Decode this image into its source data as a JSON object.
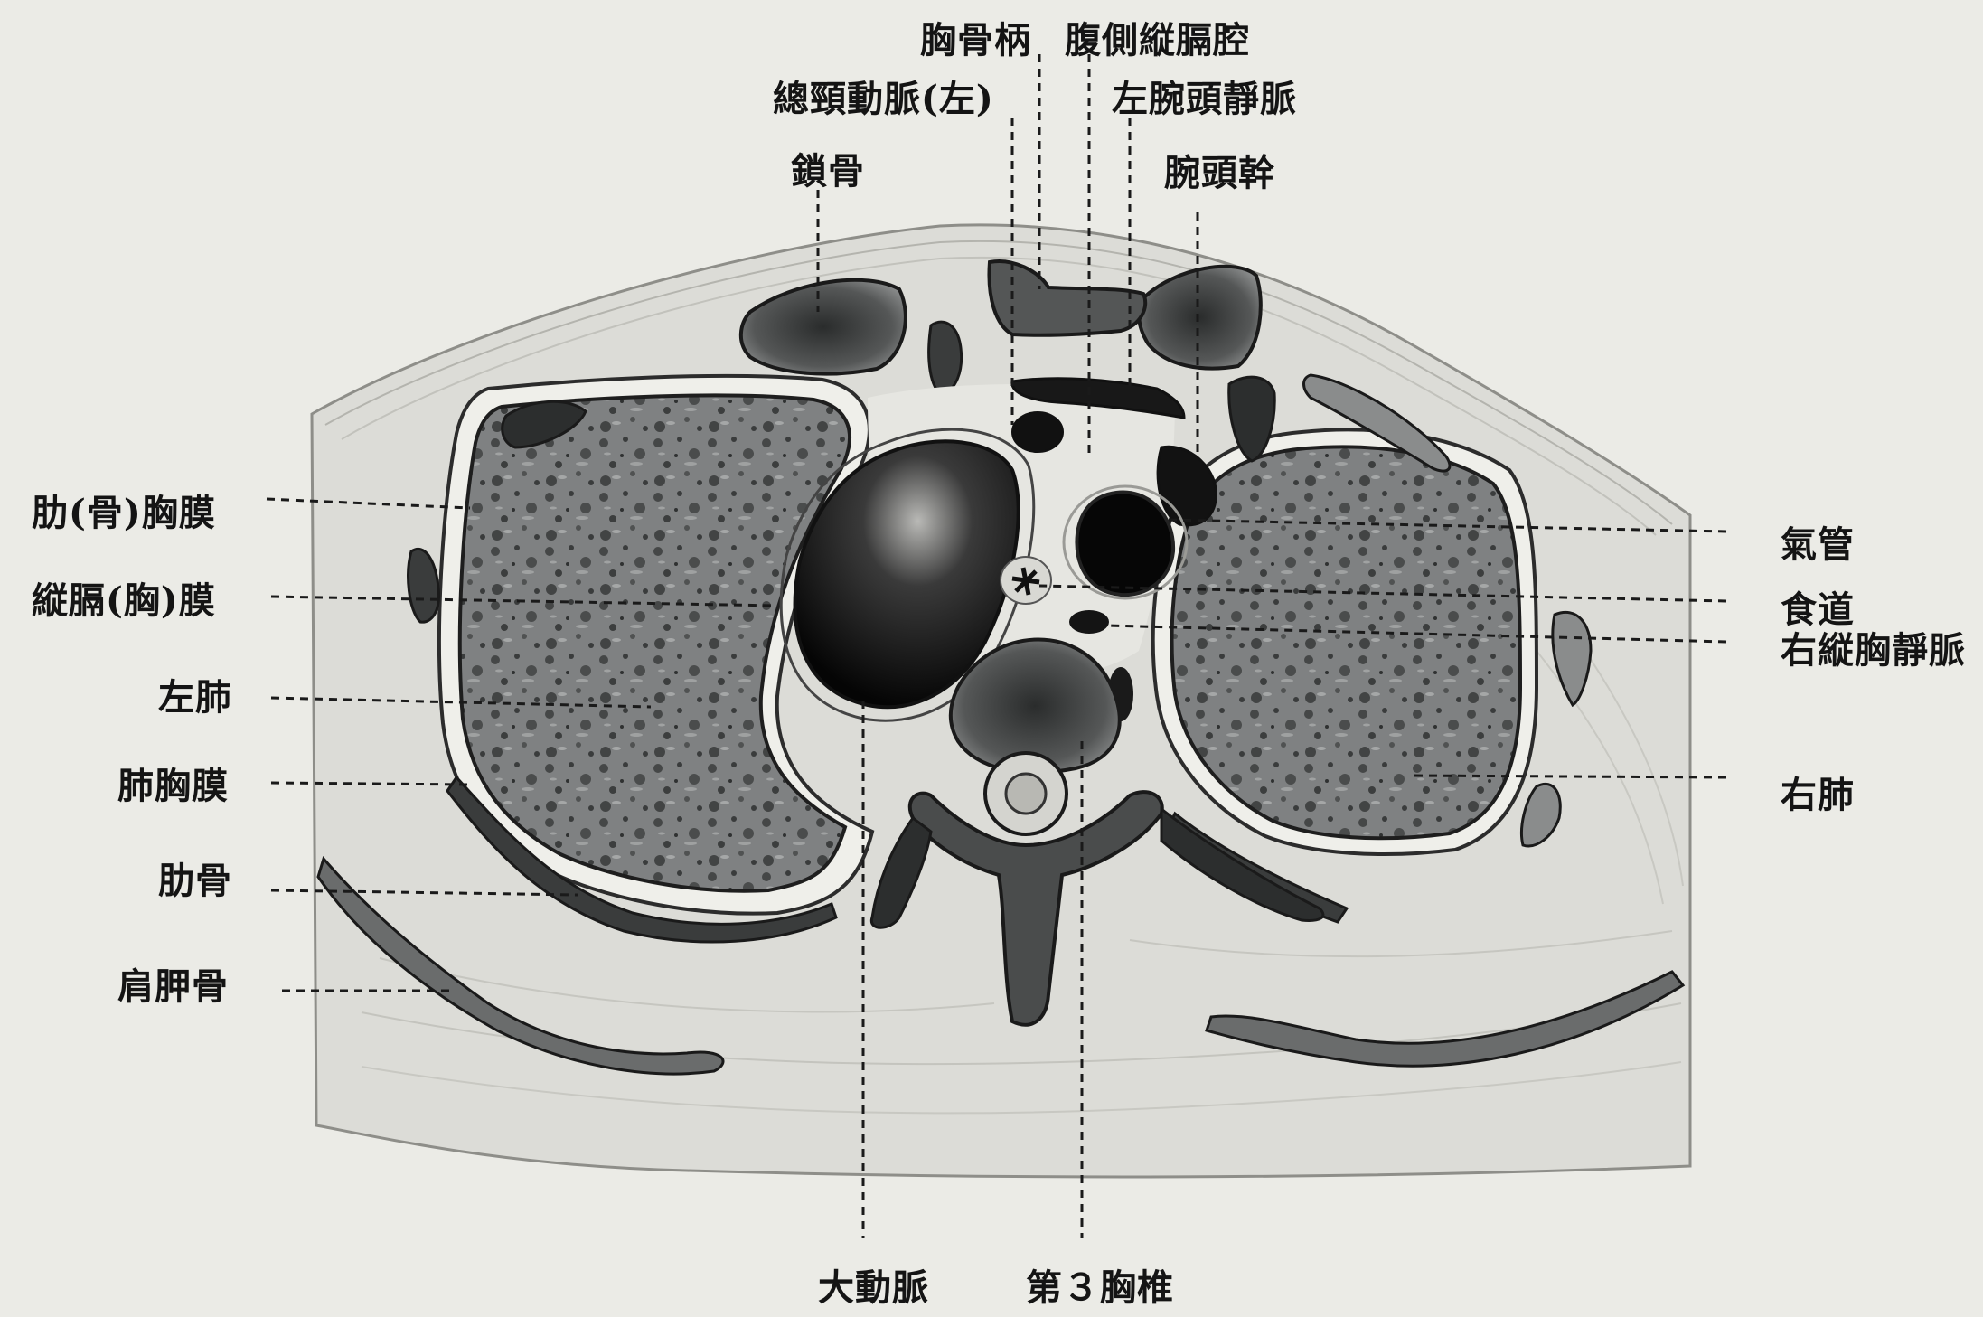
{
  "diagram": {
    "labels": {
      "manubrium": "胸骨柄",
      "anterior_mediastinum": "腹側縦膈腔",
      "left_common_carotid": "總頸動脈(左)",
      "left_brachiocephalic_vein": "左腕頭靜脈",
      "clavicle": "鎖骨",
      "brachiocephalic_trunk": "腕頭幹",
      "costal_pleura": "肋(骨)胸膜",
      "mediastinal_pleura": "縦膈(胸)膜",
      "left_lung": "左肺",
      "pulmonary_pleura": "肺胸膜",
      "rib": "肋骨",
      "scapula": "肩胛骨",
      "trachea": "氣管",
      "esophagus": "食道",
      "right_mediastinal_vein": "右縦胸靜脈",
      "right_lung": "右肺",
      "aorta": "大動脈",
      "third_thoracic_vertebra": "第３胸椎"
    }
  }
}
